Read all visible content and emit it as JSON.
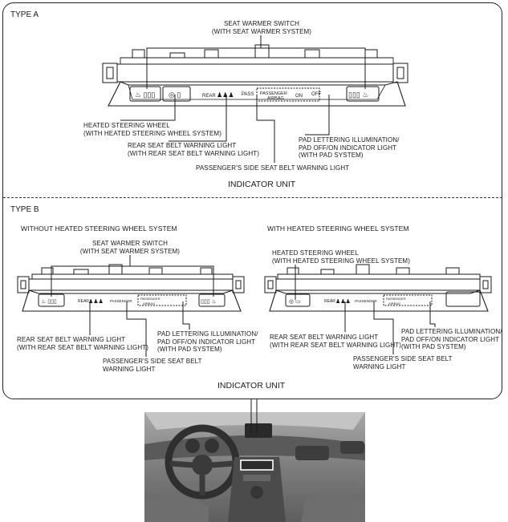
{
  "colors": {
    "line": "#1a1a1a",
    "panel": "#ffffff",
    "photo_bg": "#8c8c8c"
  },
  "type_a": {
    "title": "TYPE A",
    "seat_warmer_switch": "SEAT WARMER SWITCH\n(WITH SEAT WARMER SYSTEM)",
    "heated_steering_wheel": "HEATED STEERING WHEEL\n(WITH HEATED STEERING WHEEL SYSTEM)",
    "rear_seat_belt": "REAR SEAT BELT WARNING LIGHT\n(WITH REAR SEAT BELT WARNING LIGHT)",
    "pad_lettering": "PAD LETTERING ILLUMINATION/\nPAD OFF/ON INDICATOR LIGHT\n(WITH PAD SYSTEM)",
    "passenger_side": "PASSENGER'S SIDE SEAT BELT WARNING LIGHT",
    "indicator_unit": "INDICATOR UNIT",
    "panel_text": {
      "rear": "REAR",
      "pass": "PASS",
      "passenger": "PASSENGER",
      "airbag": "AIRBAG",
      "on": "ON",
      "off": "OFF"
    }
  },
  "type_b": {
    "title": "TYPE B",
    "without": {
      "title": "WITHOUT HEATED STEERING WHEEL SYSTEM",
      "seat_warmer_switch": "SEAT WARMER SWITCH\n(WITH SEAT WARMER SYSTEM)",
      "rear_seat_belt": "REAR SEAT BELT WARNING LIGHT\n(WITH REAR SEAT BELT WARNING LIGHT)",
      "pad_lettering": "PAD LETTERING ILLUMINATION/\nPAD OFF/ON INDICATOR LIGHT\n(WITH PAD SYSTEM)",
      "passenger_side": "PASSENGER'S SIDE SEAT BELT\nWARNING LIGHT",
      "panel_text": {
        "rear": "REAR",
        "passenger": "PASSENGER",
        "pass2": "PASSENGER",
        "airbag": "AIRBAG"
      }
    },
    "with": {
      "title": "WITH HEATED STEERING WHEEL SYSTEM",
      "heated_steering_wheel": "HEATED STEERING WHEEL\n(WITH HEATED STEERING WHEEL SYSTEM)",
      "rear_seat_belt": "REAR SEAT BELT WARNING LIGHT\n(WITH REAR SEAT BELT WARNING LIGHT)",
      "pad_lettering": "PAD LETTERING ILLUMINATION/\nPAD OFF/ON INDICATOR LIGHT\n(WITH PAD SYSTEM)",
      "passenger_side": "PASSENGER'S SIDE SEAT BELT\nWARNING LIGHT",
      "panel_text": {
        "rear": "REAR",
        "passenger": "PASSENGER",
        "pass2": "PASSENGER",
        "airbag": "AIRBAG"
      }
    },
    "indicator_unit": "INDICATOR UNIT"
  }
}
